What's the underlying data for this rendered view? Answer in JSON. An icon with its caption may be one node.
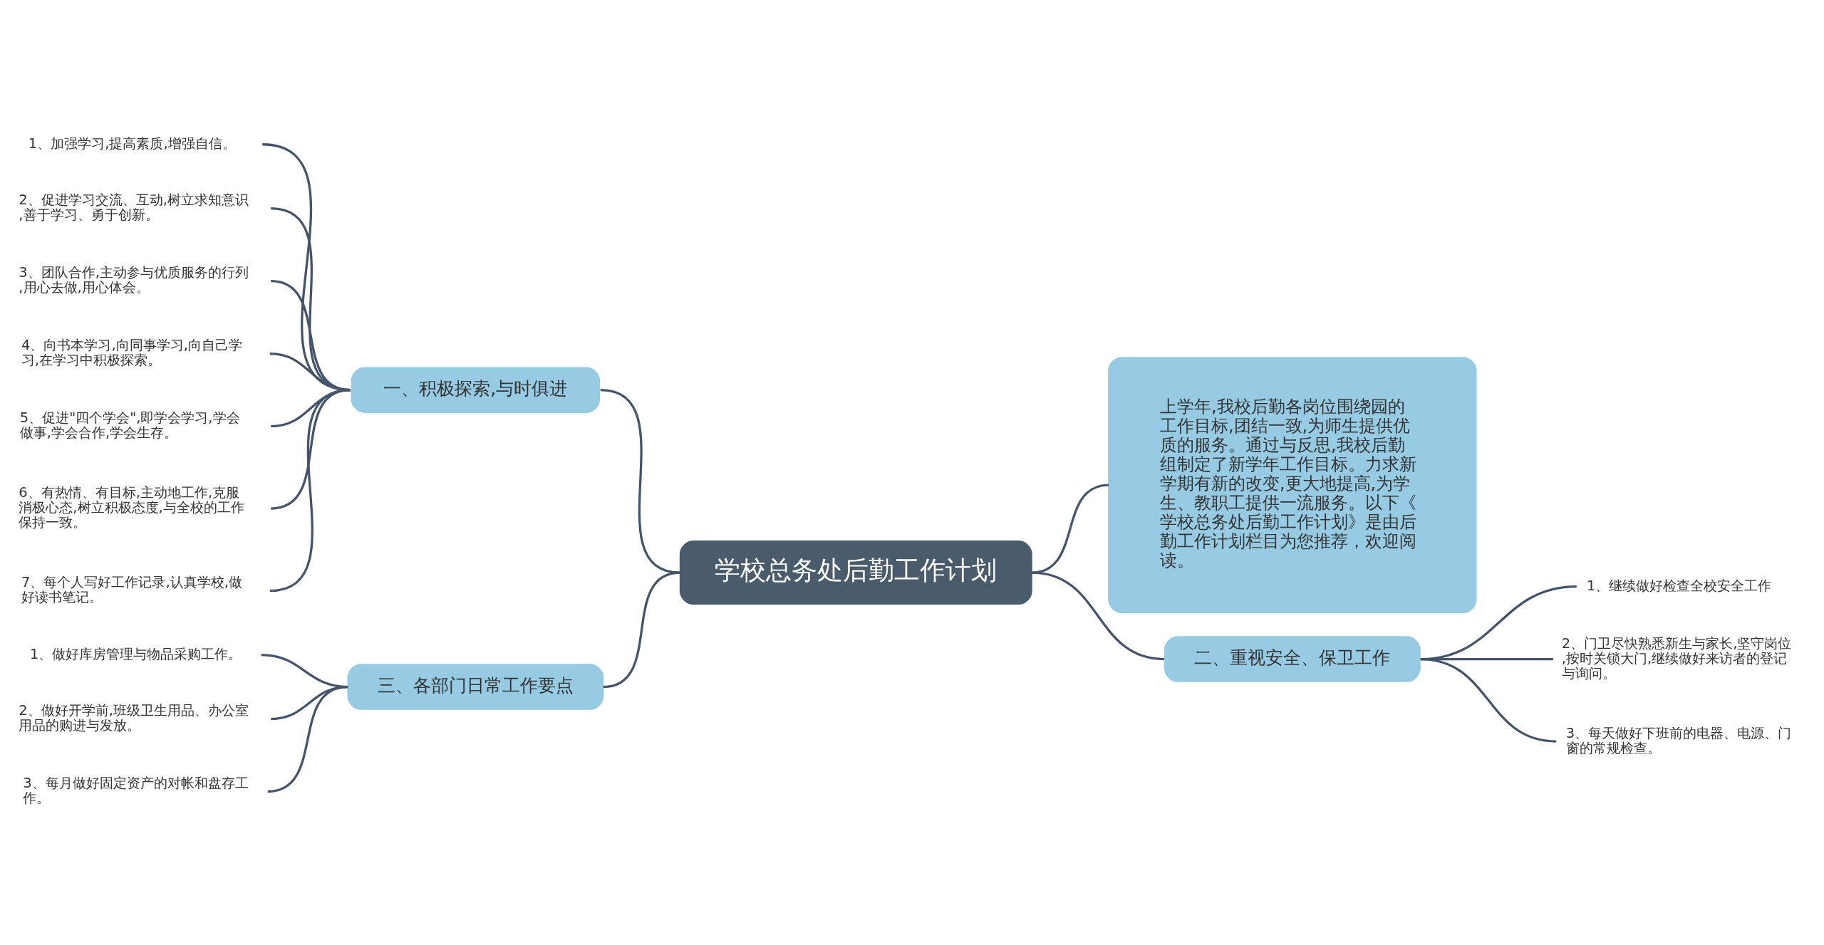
{
  "diagram": {
    "nodes": [
      {
        "text": [
          "学校总务处后勤工作计划"
        ]
      },
      {
        "text": [
          "一、积极探索,与时俱进"
        ]
      },
      {
        "text": [
          "1、加强学习,提高素质,增强自信。"
        ]
      },
      {
        "text": [
          "2、促进学习交流、互动,树立求知意识,善于学习、勇于创新。"
        ]
      },
      {
        "text": [
          "3、团队合作,主动参与优质服务的行列,用心去做,用心体会。"
        ]
      },
      {
        "text": [
          "4、向书本学习,向同事学习,向自己学习,在学习中积极探索。"
        ]
      },
      {
        "text": [
          "5、促进\"四个学会\",即学会学习,学会做事,学会合作,学会生存。"
        ]
      },
      {
        "text": [
          "6、有热情、有目标,主动地工作,克服消极心态,树立积极态度,与全校的工作保持一致。"
        ]
      },
      {
        "text": [
          "7、每个人写好工作记录,认真学校,做好读书笔记。"
        ]
      },
      {
        "text": [
          "上学年,我校后勤各岗位围绕园的工作目标,团结一致,为师生提供优质的服务。通过与反思,我校后勤组制定了新学年工作目标。力求新学期有新的改变,更大地提高,为学生、教职工提供一流服务。以下《学校总务处后勤工作计划》是由后勤工作计划栏目为您推荐，欢迎阅读。"
        ]
      },
      {
        "text": [
          "二、重视安全、保卫工作"
        ]
      },
      {
        "text": [
          "1、继续做好检查全校安全工作"
        ]
      },
      {
        "text": [
          "2、门卫尽快熟悉新生与家长,坚守岗位,按时关锁大门,继续做好来访者的登记与询问。"
        ]
      },
      {
        "text": [
          "3、每天做好下班前的电器、电源、门窗的常规检查。"
        ]
      },
      {
        "text": [
          "三、各部门日常工作要点"
        ]
      },
      {
        "text": [
          "1、做好库房管理与物品采购工作。"
        ]
      },
      {
        "text": [
          "2、做好开学前,班级卫生用品、办公室用品的购进与发放。"
        ]
      },
      {
        "text": [
          "3、每月做好固定资产的对帐和盘存工作。"
        ]
      }
    ],
    "edges": [
      {
        "from": 0,
        "to": 1,
        "arrow": "none"
      },
      {
        "from": 1,
        "to": 2,
        "arrow": "none"
      },
      {
        "from": 1,
        "to": 3,
        "arrow": "none"
      },
      {
        "from": 1,
        "to": 4,
        "arrow": "none"
      },
      {
        "from": 1,
        "to": 5,
        "arrow": "none"
      },
      {
        "from": 1,
        "to": 6,
        "arrow": "none"
      },
      {
        "from": 1,
        "to": 7,
        "arrow": "none"
      },
      {
        "from": 1,
        "to": 8,
        "arrow": "none"
      },
      {
        "from": 0,
        "to": 9,
        "arrow": "none"
      },
      {
        "from": 0,
        "to": 10,
        "arrow": "none"
      },
      {
        "from": 10,
        "to": 11,
        "arrow": "none"
      },
      {
        "from": 10,
        "to": 12,
        "arrow": "none"
      },
      {
        "from": 10,
        "to": 13,
        "arrow": "none"
      },
      {
        "from": 0,
        "to": 14,
        "arrow": "none"
      },
      {
        "from": 14,
        "to": 15,
        "arrow": "none"
      },
      {
        "from": 14,
        "to": 16,
        "arrow": "none"
      },
      {
        "from": 14,
        "to": 17,
        "arrow": "none"
      }
    ]
  }
}
